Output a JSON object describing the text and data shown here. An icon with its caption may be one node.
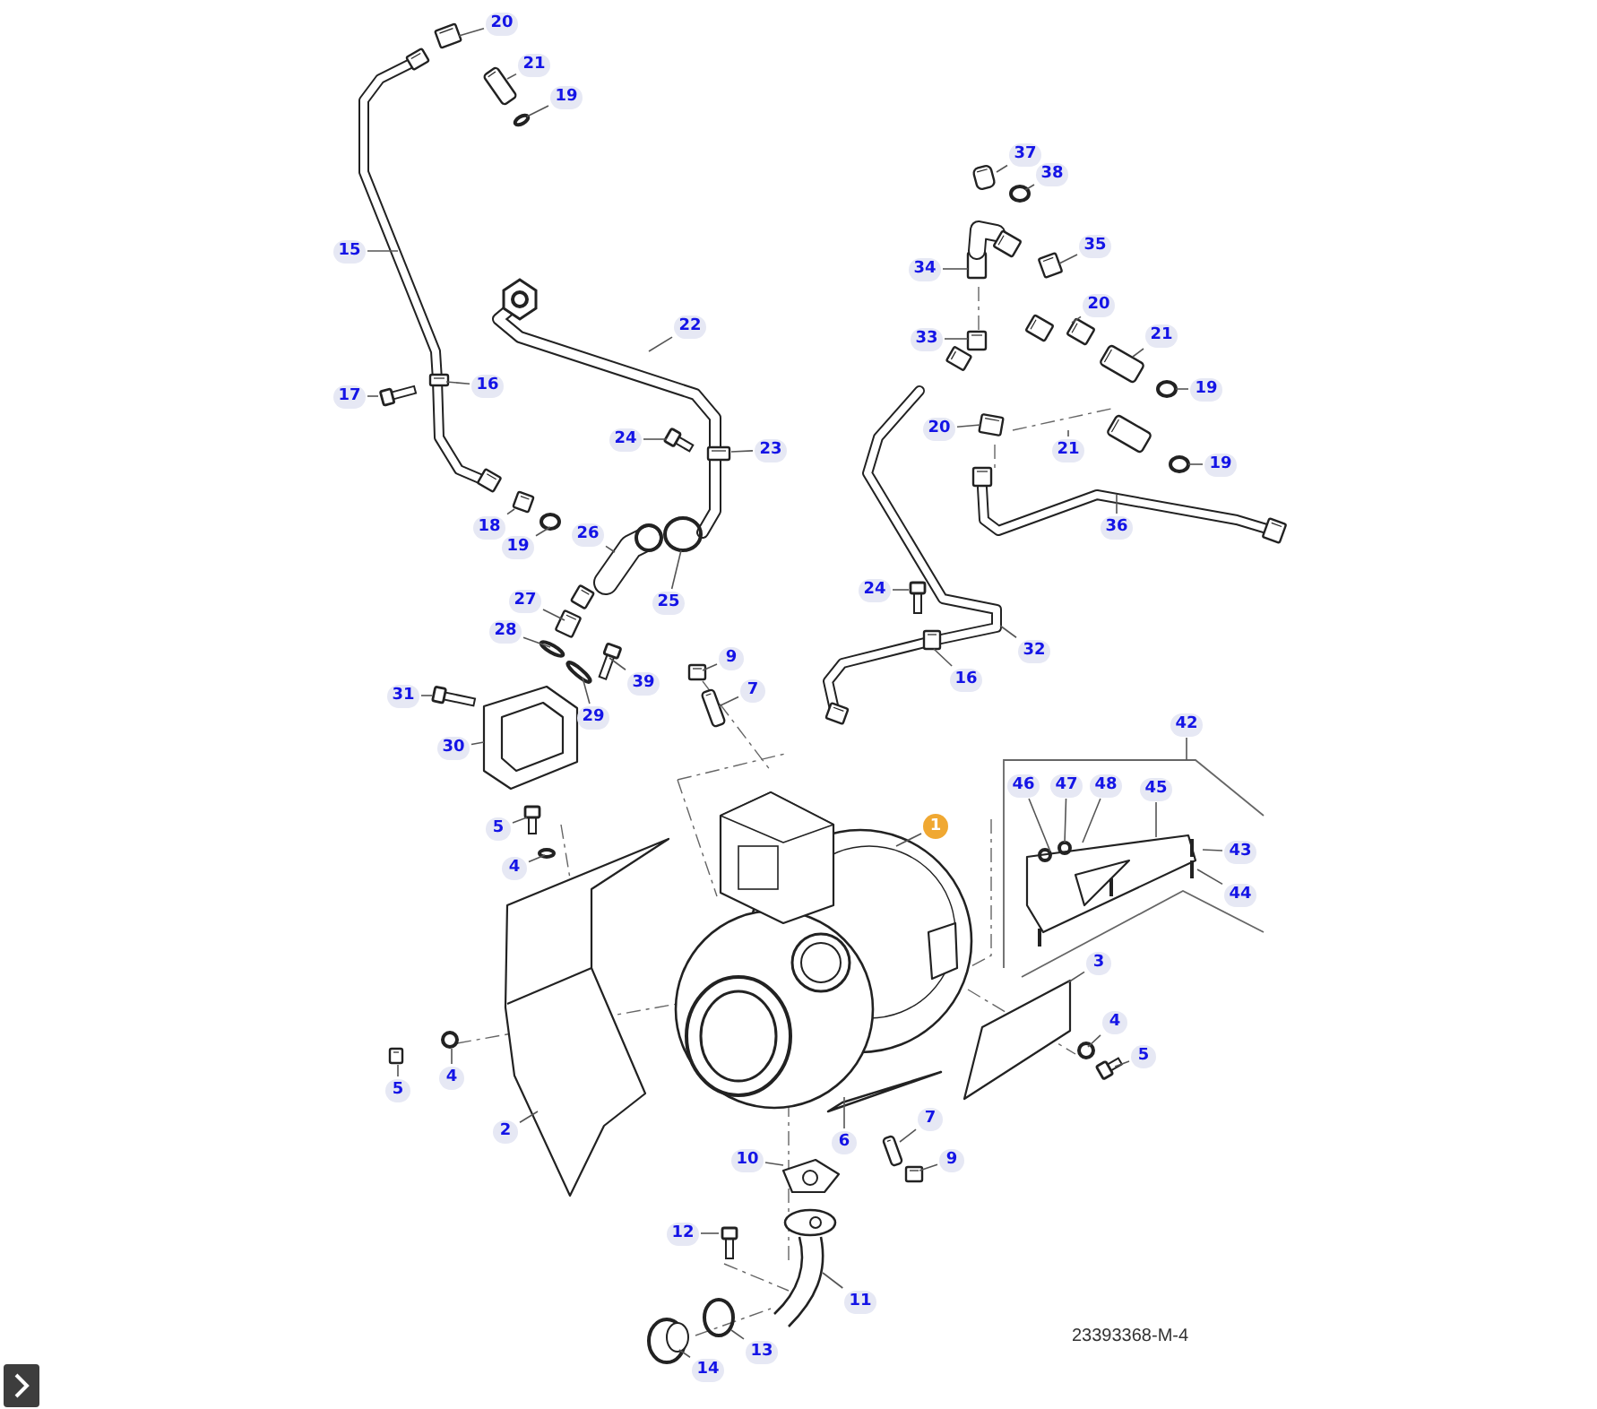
{
  "diagram": {
    "nodes": [
      {
        "text": [
          "20"
        ]
      },
      {
        "text": [
          "21"
        ]
      },
      {
        "text": [
          "19"
        ]
      },
      {
        "text": [
          "15"
        ]
      },
      {
        "text": [
          "22"
        ]
      },
      {
        "text": [
          "17"
        ]
      },
      {
        "text": [
          "16"
        ]
      },
      {
        "text": [
          "24"
        ]
      },
      {
        "text": [
          "23"
        ]
      },
      {
        "text": [
          "18"
        ]
      },
      {
        "text": [
          "19"
        ]
      },
      {
        "text": [
          "26"
        ]
      },
      {
        "text": [
          "25"
        ]
      },
      {
        "text": [
          "27"
        ]
      },
      {
        "text": [
          "28"
        ]
      },
      {
        "text": [
          "39"
        ]
      },
      {
        "text": [
          "29"
        ]
      },
      {
        "text": [
          "31"
        ]
      },
      {
        "text": [
          "30"
        ]
      },
      {
        "text": [
          "9"
        ]
      },
      {
        "text": [
          "7"
        ]
      },
      {
        "text": [
          "37"
        ]
      },
      {
        "text": [
          "38"
        ]
      },
      {
        "text": [
          "34"
        ]
      },
      {
        "text": [
          "35"
        ]
      },
      {
        "text": [
          "20"
        ]
      },
      {
        "text": [
          "33"
        ]
      },
      {
        "text": [
          "21"
        ]
      },
      {
        "text": [
          "19"
        ]
      },
      {
        "text": [
          "20"
        ]
      },
      {
        "text": [
          "21"
        ]
      },
      {
        "text": [
          "19"
        ]
      },
      {
        "text": [
          "36"
        ]
      },
      {
        "text": [
          "24"
        ]
      },
      {
        "text": [
          "32"
        ]
      },
      {
        "text": [
          "16"
        ]
      },
      {
        "text": [
          "42"
        ]
      },
      {
        "text": [
          "46"
        ]
      },
      {
        "text": [
          "47"
        ]
      },
      {
        "text": [
          "48"
        ]
      },
      {
        "text": [
          "45"
        ]
      },
      {
        "text": [
          "43"
        ]
      },
      {
        "text": [
          "44"
        ]
      },
      {
        "text": [
          "1"
        ]
      },
      {
        "text": [
          "5"
        ]
      },
      {
        "text": [
          "4"
        ]
      },
      {
        "text": [
          "3"
        ]
      },
      {
        "text": [
          "4"
        ]
      },
      {
        "text": [
          "5"
        ]
      },
      {
        "text": [
          "5"
        ]
      },
      {
        "text": [
          "4"
        ]
      },
      {
        "text": [
          "2"
        ]
      },
      {
        "text": [
          "6"
        ]
      },
      {
        "text": [
          "7"
        ]
      },
      {
        "text": [
          "9"
        ]
      },
      {
        "text": [
          "10"
        ]
      },
      {
        "text": [
          "12"
        ]
      },
      {
        "text": [
          "11"
        ]
      },
      {
        "text": [
          "13"
        ]
      },
      {
        "text": [
          "14"
        ]
      }
    ],
    "edges": [
      {
        "from": 0,
        "to": null,
        "arrow": "none"
      },
      {
        "from": 1,
        "to": null,
        "arrow": "none"
      },
      {
        "from": 2,
        "to": null,
        "arrow": "none"
      },
      {
        "from": 3,
        "to": null,
        "arrow": "none"
      },
      {
        "from": 4,
        "to": null,
        "arrow": "none"
      },
      {
        "from": 5,
        "to": null,
        "arrow": "none"
      },
      {
        "from": 6,
        "to": null,
        "arrow": "none"
      },
      {
        "from": 7,
        "to": null,
        "arrow": "none"
      },
      {
        "from": 8,
        "to": null,
        "arrow": "none"
      },
      {
        "from": 9,
        "to": null,
        "arrow": "none"
      },
      {
        "from": 10,
        "to": null,
        "arrow": "none"
      },
      {
        "from": 11,
        "to": null,
        "arrow": "none"
      },
      {
        "from": 12,
        "to": null,
        "arrow": "none"
      },
      {
        "from": 13,
        "to": null,
        "arrow": "none"
      },
      {
        "from": 14,
        "to": null,
        "arrow": "none"
      },
      {
        "from": 15,
        "to": null,
        "arrow": "none"
      },
      {
        "from": 16,
        "to": null,
        "arrow": "none"
      },
      {
        "from": 17,
        "to": null,
        "arrow": "none"
      },
      {
        "from": 18,
        "to": null,
        "arrow": "none"
      },
      {
        "from": 19,
        "to": null,
        "arrow": "none"
      },
      {
        "from": 20,
        "to": null,
        "arrow": "none"
      },
      {
        "from": 21,
        "to": null,
        "arrow": "none"
      },
      {
        "from": 22,
        "to": null,
        "arrow": "none"
      },
      {
        "from": 23,
        "to": null,
        "arrow": "none"
      },
      {
        "from": 24,
        "to": null,
        "arrow": "none"
      },
      {
        "from": 25,
        "to": null,
        "arrow": "none"
      },
      {
        "from": 26,
        "to": null,
        "arrow": "none"
      },
      {
        "from": 27,
        "to": null,
        "arrow": "none"
      },
      {
        "from": 28,
        "to": null,
        "arrow": "none"
      },
      {
        "from": 29,
        "to": null,
        "arrow": "none"
      },
      {
        "from": 30,
        "to": null,
        "arrow": "none"
      },
      {
        "from": 31,
        "to": null,
        "arrow": "none"
      },
      {
        "from": 32,
        "to": null,
        "arrow": "none"
      },
      {
        "from": 33,
        "to": null,
        "arrow": "none"
      },
      {
        "from": 34,
        "to": null,
        "arrow": "none"
      },
      {
        "from": 35,
        "to": null,
        "arrow": "none"
      },
      {
        "from": 36,
        "to": null,
        "arrow": "none"
      },
      {
        "from": 37,
        "to": null,
        "arrow": "none"
      },
      {
        "from": 38,
        "to": null,
        "arrow": "none"
      },
      {
        "from": 39,
        "to": null,
        "arrow": "none"
      },
      {
        "from": 40,
        "to": null,
        "arrow": "none"
      },
      {
        "from": 41,
        "to": null,
        "arrow": "none"
      },
      {
        "from": 42,
        "to": null,
        "arrow": "none"
      },
      {
        "from": 43,
        "to": null,
        "arrow": "none"
      },
      {
        "from": 44,
        "to": null,
        "arrow": "none"
      },
      {
        "from": 45,
        "to": null,
        "arrow": "none"
      },
      {
        "from": 46,
        "to": null,
        "arrow": "none"
      },
      {
        "from": 47,
        "to": null,
        "arrow": "none"
      },
      {
        "from": 48,
        "to": null,
        "arrow": "none"
      },
      {
        "from": 49,
        "to": null,
        "arrow": "none"
      },
      {
        "from": 50,
        "to": null,
        "arrow": "none"
      },
      {
        "from": 51,
        "to": null,
        "arrow": "none"
      },
      {
        "from": 52,
        "to": null,
        "arrow": "none"
      },
      {
        "from": 53,
        "to": null,
        "arrow": "none"
      },
      {
        "from": 54,
        "to": null,
        "arrow": "none"
      },
      {
        "from": 55,
        "to": null,
        "arrow": "none"
      },
      {
        "from": 56,
        "to": null,
        "arrow": "none"
      },
      {
        "from": 57,
        "to": null,
        "arrow": "none"
      },
      {
        "from": 58,
        "to": null,
        "arrow": "none"
      },
      {
        "from": 59,
        "to": null,
        "arrow": "none"
      }
    ],
    "labels": [
      "23393368-M-4"
    ]
  }
}
